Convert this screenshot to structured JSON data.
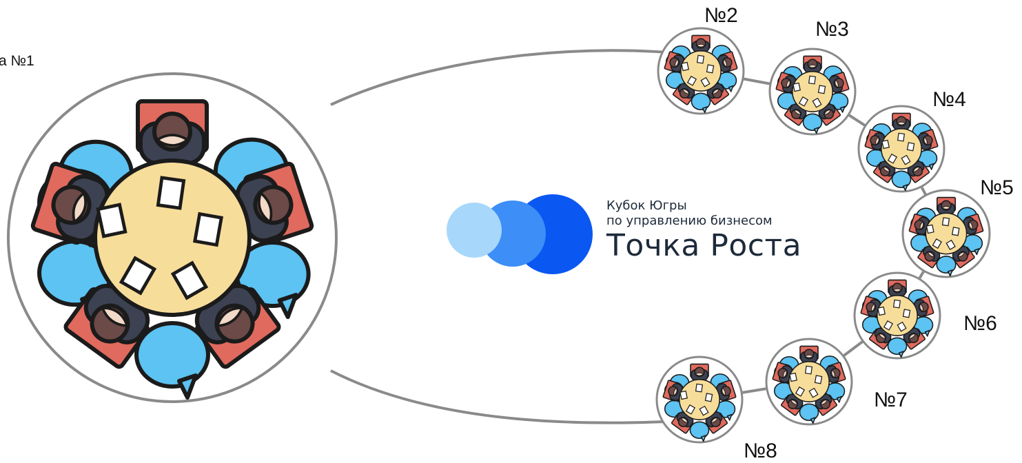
{
  "logo": {
    "line1": "Кубок Югры",
    "line2": "по управлению бизнесом",
    "name": "Точка Роста",
    "colors": [
      "#a7d8fb",
      "#3d8ef7",
      "#0b57f2"
    ]
  },
  "tables": [
    {
      "label": "а №1"
    },
    {
      "label": "№2"
    },
    {
      "label": "№3"
    },
    {
      "label": "№4"
    },
    {
      "label": "№5"
    },
    {
      "label": "№6"
    },
    {
      "label": "№7"
    },
    {
      "label": "№8"
    }
  ],
  "palette": {
    "table": "#f7dd9a",
    "chair": "#e06a5e",
    "bubble": "#5cc3f2",
    "body": "#3c4252",
    "hair": "#6b4a47",
    "ring": "#8a8a8a",
    "outline": "#1b1b1b"
  }
}
